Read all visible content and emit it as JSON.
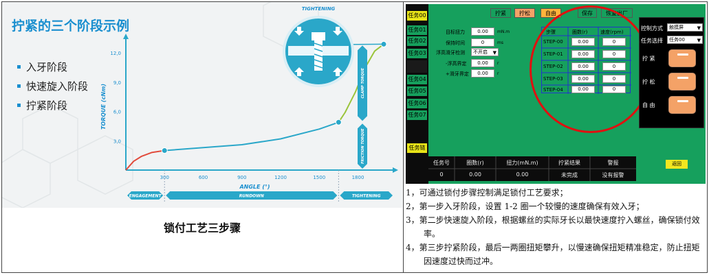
{
  "left": {
    "title": "拧紧的三个阶段示例",
    "bullets": [
      "入牙阶段",
      "快速旋入阶段",
      "拧紧阶段"
    ],
    "caption": "锁付工艺三步骤"
  },
  "chart_data": {
    "type": "line",
    "ylabel": "TORQUE (cNm)",
    "xlabel": "ANGLE (°)",
    "yticks": [
      "3,0",
      "6,0",
      "9,0",
      "12,0"
    ],
    "xticks": [
      "300",
      "600",
      "900",
      "1200",
      "1500",
      "1800"
    ],
    "xlim": [
      0,
      2000
    ],
    "ylim": [
      0,
      13
    ],
    "series": [
      {
        "color": "#e14b3c",
        "x": [
          0,
          60,
          120,
          200,
          300
        ],
        "y": [
          0,
          0.9,
          1.4,
          1.8,
          2.0
        ]
      },
      {
        "color": "#2aa7c9",
        "x": [
          300,
          600,
          900,
          1200,
          1500,
          1650
        ],
        "y": [
          2.0,
          2.3,
          2.6,
          3.2,
          4.2,
          4.9
        ]
      },
      {
        "color": "#9ac43a",
        "x": [
          1650,
          1700,
          1780,
          1860,
          1930,
          2000
        ],
        "y": [
          4.9,
          5.9,
          8.0,
          10.6,
          12.2,
          12.9
        ]
      }
    ],
    "points": [
      {
        "x": 300,
        "y": 2.0
      },
      {
        "x": 1650,
        "y": 4.9
      },
      {
        "x": 2000,
        "y": 12.9
      }
    ],
    "phases": [
      "ENGAGEMENT",
      "RUNDOWN",
      "TIGHTENING"
    ],
    "torque_labels": [
      "CLAMP TORQUE",
      "FRICTION TORQUE"
    ],
    "inset_label": "TIGHTENING"
  },
  "hmi": {
    "tasks": [
      "任务00",
      "任务01",
      "任务02",
      "任务03",
      "任务04",
      "任务05",
      "任务06",
      "任务07",
      "任务链"
    ],
    "top_buttons": [
      "拧紧",
      "拧松",
      "自由",
      "保存",
      "恢复出厂"
    ],
    "params": [
      {
        "label": "目标扭力",
        "value": "0.00",
        "unit": "mN.m"
      },
      {
        "label": "保持时间",
        "value": "0",
        "unit": "ms"
      },
      {
        "label": "浮高滑牙检测",
        "value": "不开启"
      },
      {
        "label": "-浮高界定",
        "value": "0.00",
        "unit": "r"
      },
      {
        "label": "+滑牙界定",
        "value": "0.00",
        "unit": "r"
      }
    ],
    "step_headers": [
      "步骤",
      "圈数(r)",
      "速度(rpm)"
    ],
    "steps": [
      {
        "name": "STEP-00",
        "turns": "0.00",
        "speed": "0"
      },
      {
        "name": "STEP-01",
        "turns": "0.00",
        "speed": "0"
      },
      {
        "name": "STEP-02",
        "turns": "0.00",
        "speed": "0"
      },
      {
        "name": "STEP-03",
        "turns": "0.00",
        "speed": "0"
      },
      {
        "name": "STEP-04",
        "turns": "0.00",
        "speed": "0"
      }
    ],
    "control_mode_label": "控制方式",
    "control_mode_value": "触摸屏",
    "task_select_label": "任务选择",
    "task_select_value": "任务00",
    "action_labels": [
      "拧 紧",
      "拧 松",
      "自 由"
    ],
    "back_label": "返回",
    "status_headers": [
      "任务号",
      "圈数(r)",
      "扭力(mN.m)",
      "拧紧结果",
      "警报"
    ],
    "status_values": [
      "0",
      "0.00",
      "0.00",
      "未完成",
      "没有报警"
    ]
  },
  "notes": [
    "1，可通过锁付步骤控制满足锁付工艺要求；",
    "2，第一步入牙阶段，设置 1-2 圈一个较慢的速度确保有效入牙；",
    "3，第二步快速旋入阶段，根据螺丝的实际牙长以最快速度拧入螺丝，确保锁付效率。",
    "4，第三步拧紧阶段，最后一两圈扭矩攀升，以慢速确保扭矩精准稳定，防止扭矩因速度过快而过冲。"
  ]
}
